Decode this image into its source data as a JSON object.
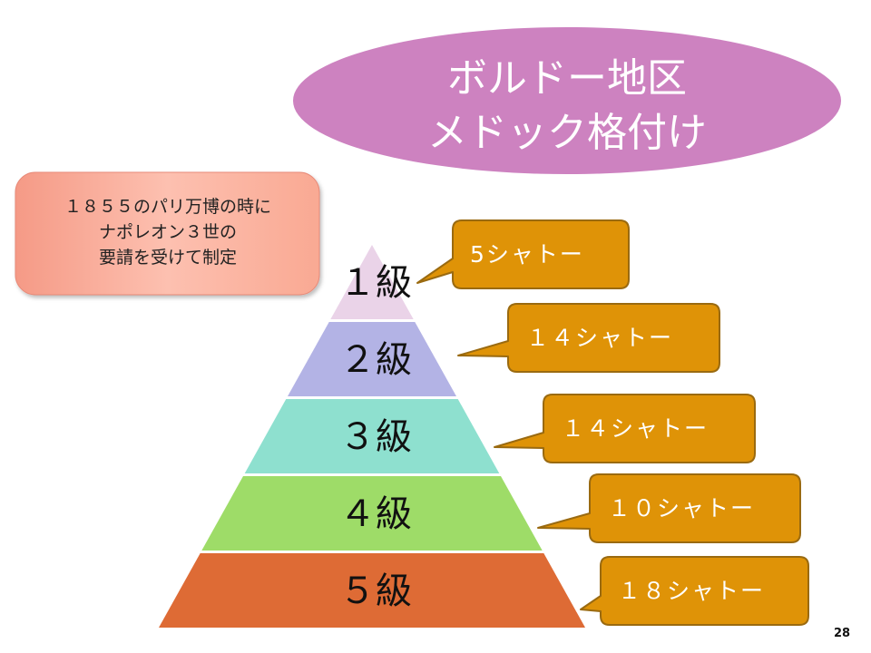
{
  "title": {
    "line1": "ボルドー地区",
    "line2": "メドック格付け"
  },
  "note": {
    "line1": "１８５５のパリ万博の時に",
    "line2": "ナポレオン３世の",
    "line3": "要請を受けて制定"
  },
  "pyramid": [
    {
      "label": "１級",
      "count": "5シャトー",
      "color": "#ead3e8"
    },
    {
      "label": "２級",
      "count": "１４シャトー",
      "color": "#b3b3e5"
    },
    {
      "label": "３級",
      "count": "１４シャトー",
      "color": "#8ee0cf"
    },
    {
      "label": "４級",
      "count": "１０シャトー",
      "color": "#9edc68"
    },
    {
      "label": "５級",
      "count": "１８シャトー",
      "color": "#de6b35"
    }
  ],
  "colors": {
    "ellipse": "#cd82c0",
    "callout": "#df9307",
    "callout_border": "#9a6a10"
  },
  "page_number": "28"
}
